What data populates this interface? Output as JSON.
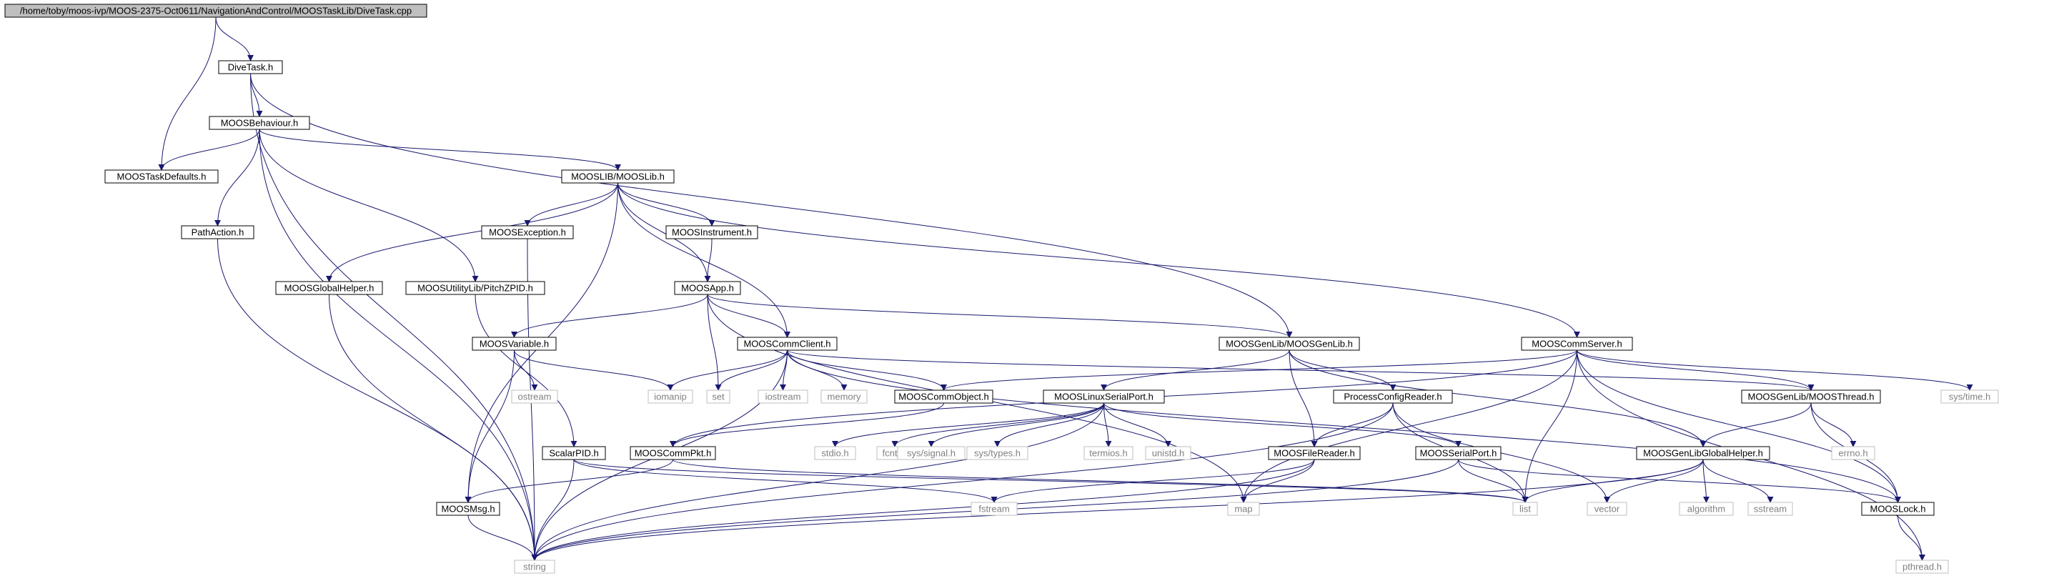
{
  "nodes": [
    {
      "id": "root",
      "label": "/home/toby/moos-ivp/MOOS-2375-Oct0611/NavigationAndControl/MOOSTaskLib/DiveTask.cpp",
      "kind": "root"
    },
    {
      "id": "divetask_h",
      "label": "DiveTask.h",
      "kind": "file"
    },
    {
      "id": "moosbehaviour_h",
      "label": "MOOSBehaviour.h",
      "kind": "file"
    },
    {
      "id": "moostaskdefaults_h",
      "label": "MOOSTaskDefaults.h",
      "kind": "file"
    },
    {
      "id": "pathaction_h",
      "label": "PathAction.h",
      "kind": "file"
    },
    {
      "id": "mooslib_h",
      "label": "MOOSLIB/MOOSLib.h",
      "kind": "file"
    },
    {
      "id": "moosexception_h",
      "label": "MOOSException.h",
      "kind": "file"
    },
    {
      "id": "moosinstrument_h",
      "label": "MOOSInstrument.h",
      "kind": "file"
    },
    {
      "id": "moosglobalhelper_h",
      "label": "MOOSGlobalHelper.h",
      "kind": "file"
    },
    {
      "id": "pitchzpid_h",
      "label": "MOOSUtilityLib/PitchZPID.h",
      "kind": "file"
    },
    {
      "id": "moosapp_h",
      "label": "MOOSApp.h",
      "kind": "file"
    },
    {
      "id": "moosvariable_h",
      "label": "MOOSVariable.h",
      "kind": "file"
    },
    {
      "id": "mooscommclient_h",
      "label": "MOOSCommClient.h",
      "kind": "file"
    },
    {
      "id": "moosgenlib_h",
      "label": "MOOSGenLib/MOOSGenLib.h",
      "kind": "file"
    },
    {
      "id": "mooscommserver_h",
      "label": "MOOSCommServer.h",
      "kind": "file"
    },
    {
      "id": "ostream",
      "label": "ostream",
      "kind": "system"
    },
    {
      "id": "iomanip",
      "label": "iomanip",
      "kind": "system"
    },
    {
      "id": "set",
      "label": "set",
      "kind": "system"
    },
    {
      "id": "iostream",
      "label": "iostream",
      "kind": "system"
    },
    {
      "id": "memory",
      "label": "memory",
      "kind": "system"
    },
    {
      "id": "mooscommobject_h",
      "label": "MOOSCommObject.h",
      "kind": "file"
    },
    {
      "id": "mooslinuxserialport_h",
      "label": "MOOSLinuxSerialPort.h",
      "kind": "file"
    },
    {
      "id": "processconfigreader_h",
      "label": "ProcessConfigReader.h",
      "kind": "file"
    },
    {
      "id": "moosthread_h",
      "label": "MOOSGenLib/MOOSThread.h",
      "kind": "file"
    },
    {
      "id": "systime_h",
      "label": "sys/time.h",
      "kind": "system"
    },
    {
      "id": "scalarpid_h",
      "label": "ScalarPID.h",
      "kind": "file"
    },
    {
      "id": "mooscommpkt_h",
      "label": "MOOSCommPkt.h",
      "kind": "file"
    },
    {
      "id": "stdio_h",
      "label": "stdio.h",
      "kind": "system"
    },
    {
      "id": "fcntl_h",
      "label": "fcntl.h",
      "kind": "system"
    },
    {
      "id": "syssignal_h",
      "label": "sys/signal.h",
      "kind": "system"
    },
    {
      "id": "systypes_h",
      "label": "sys/types.h",
      "kind": "system"
    },
    {
      "id": "termios_h",
      "label": "termios.h",
      "kind": "system"
    },
    {
      "id": "unistd_h",
      "label": "unistd.h",
      "kind": "system"
    },
    {
      "id": "moosfilereader_h",
      "label": "MOOSFileReader.h",
      "kind": "file"
    },
    {
      "id": "moosserialport_h",
      "label": "MOOSSerialPort.h",
      "kind": "file"
    },
    {
      "id": "moosgenlibglobalhelper_h",
      "label": "MOOSGenLibGlobalHelper.h",
      "kind": "file"
    },
    {
      "id": "errno_h",
      "label": "errno.h",
      "kind": "system"
    },
    {
      "id": "moosmsg_h",
      "label": "MOOSMsg.h",
      "kind": "file"
    },
    {
      "id": "fstream",
      "label": "fstream",
      "kind": "system"
    },
    {
      "id": "map",
      "label": "map",
      "kind": "system"
    },
    {
      "id": "list",
      "label": "list",
      "kind": "system"
    },
    {
      "id": "vector",
      "label": "vector",
      "kind": "system"
    },
    {
      "id": "algorithm",
      "label": "algorithm",
      "kind": "system"
    },
    {
      "id": "sstream",
      "label": "sstream",
      "kind": "system"
    },
    {
      "id": "mooslock_h",
      "label": "MOOSLock.h",
      "kind": "file"
    },
    {
      "id": "string",
      "label": "string",
      "kind": "system"
    },
    {
      "id": "pthread_h",
      "label": "pthread.h",
      "kind": "system"
    }
  ],
  "edges": [
    [
      "root",
      "divetask_h"
    ],
    [
      "root",
      "moostaskdefaults_h"
    ],
    [
      "divetask_h",
      "moosbehaviour_h"
    ],
    [
      "divetask_h",
      "string"
    ],
    [
      "divetask_h",
      "moosgenlib_h"
    ],
    [
      "moosbehaviour_h",
      "moostaskdefaults_h"
    ],
    [
      "moosbehaviour_h",
      "pathaction_h"
    ],
    [
      "moosbehaviour_h",
      "mooslib_h"
    ],
    [
      "moosbehaviour_h",
      "pitchzpid_h"
    ],
    [
      "moosbehaviour_h",
      "string"
    ],
    [
      "pathaction_h",
      "string"
    ],
    [
      "mooslib_h",
      "moosexception_h"
    ],
    [
      "mooslib_h",
      "moosinstrument_h"
    ],
    [
      "mooslib_h",
      "moosglobalhelper_h"
    ],
    [
      "mooslib_h",
      "moosapp_h"
    ],
    [
      "mooslib_h",
      "mooscommclient_h"
    ],
    [
      "mooslib_h",
      "mooscommserver_h"
    ],
    [
      "mooslib_h",
      "moosmsg_h"
    ],
    [
      "moosexception_h",
      "string"
    ],
    [
      "moosinstrument_h",
      "moosapp_h"
    ],
    [
      "moosglobalhelper_h",
      "string"
    ],
    [
      "pitchzpid_h",
      "scalarpid_h"
    ],
    [
      "moosapp_h",
      "moosvariable_h"
    ],
    [
      "moosapp_h",
      "mooscommclient_h"
    ],
    [
      "moosapp_h",
      "set"
    ],
    [
      "moosapp_h",
      "moosgenlib_h"
    ],
    [
      "moosapp_h",
      "map"
    ],
    [
      "moosvariable_h",
      "ostream"
    ],
    [
      "moosvariable_h",
      "iomanip"
    ],
    [
      "moosvariable_h",
      "moosmsg_h"
    ],
    [
      "mooscommclient_h",
      "iomanip"
    ],
    [
      "mooscommclient_h",
      "set"
    ],
    [
      "mooscommclient_h",
      "iostream"
    ],
    [
      "mooscommclient_h",
      "memory"
    ],
    [
      "mooscommclient_h",
      "mooscommobject_h"
    ],
    [
      "mooscommclient_h",
      "string"
    ],
    [
      "mooscommclient_h",
      "moosthread_h"
    ],
    [
      "mooscommclient_h",
      "mooslock_h"
    ],
    [
      "moosgenlib_h",
      "mooslinuxserialport_h"
    ],
    [
      "moosgenlib_h",
      "processconfigreader_h"
    ],
    [
      "moosgenlib_h",
      "moosfilereader_h"
    ],
    [
      "moosgenlib_h",
      "moosgenlibglobalhelper_h"
    ],
    [
      "mooscommserver_h",
      "mooscommobject_h"
    ],
    [
      "mooscommserver_h",
      "mooscommpkt_h"
    ],
    [
      "mooscommserver_h",
      "moosthread_h"
    ],
    [
      "mooscommserver_h",
      "systime_h"
    ],
    [
      "mooscommserver_h",
      "map"
    ],
    [
      "mooscommserver_h",
      "list"
    ],
    [
      "mooscommserver_h",
      "mooslock_h"
    ],
    [
      "mooscommserver_h",
      "pthread_h"
    ],
    [
      "mooscommobject_h",
      "mooscommpkt_h"
    ],
    [
      "mooslinuxserialport_h",
      "stdio_h"
    ],
    [
      "mooslinuxserialport_h",
      "fcntl_h"
    ],
    [
      "mooslinuxserialport_h",
      "syssignal_h"
    ],
    [
      "mooslinuxserialport_h",
      "systypes_h"
    ],
    [
      "mooslinuxserialport_h",
      "termios_h"
    ],
    [
      "mooslinuxserialport_h",
      "unistd_h"
    ],
    [
      "mooslinuxserialport_h",
      "moosserialport_h"
    ],
    [
      "mooslinuxserialport_h",
      "string"
    ],
    [
      "processconfigreader_h",
      "moosfilereader_h"
    ],
    [
      "processconfigreader_h",
      "list"
    ],
    [
      "processconfigreader_h",
      "vector"
    ],
    [
      "processconfigreader_h",
      "string"
    ],
    [
      "moosthread_h",
      "moosgenlibglobalhelper_h"
    ],
    [
      "moosthread_h",
      "errno_h"
    ],
    [
      "moosthread_h",
      "mooslock_h"
    ],
    [
      "scalarpid_h",
      "fstream"
    ],
    [
      "scalarpid_h",
      "list"
    ],
    [
      "scalarpid_h",
      "string"
    ],
    [
      "mooscommpkt_h",
      "moosmsg_h"
    ],
    [
      "mooscommpkt_h",
      "list"
    ],
    [
      "moosfilereader_h",
      "map"
    ],
    [
      "moosfilereader_h",
      "fstream"
    ],
    [
      "moosfilereader_h",
      "string"
    ],
    [
      "moosserialport_h",
      "list"
    ],
    [
      "moosserialport_h",
      "mooslock_h"
    ],
    [
      "moosserialport_h",
      "string"
    ],
    [
      "moosgenlibglobalhelper_h",
      "list"
    ],
    [
      "moosgenlibglobalhelper_h",
      "vector"
    ],
    [
      "moosgenlibglobalhelper_h",
      "algorithm"
    ],
    [
      "moosgenlibglobalhelper_h",
      "sstream"
    ],
    [
      "moosgenlibglobalhelper_h",
      "string"
    ],
    [
      "moosmsg_h",
      "string"
    ],
    [
      "mooslock_h",
      "pthread_h"
    ]
  ],
  "colors": {
    "edge": "#191970",
    "file_border": "#000000",
    "system_border": "#bfbfbf",
    "system_text": "#808080",
    "root_fill": "#bfbfbf",
    "file_fill": "#ffffff",
    "text": "#000000"
  }
}
